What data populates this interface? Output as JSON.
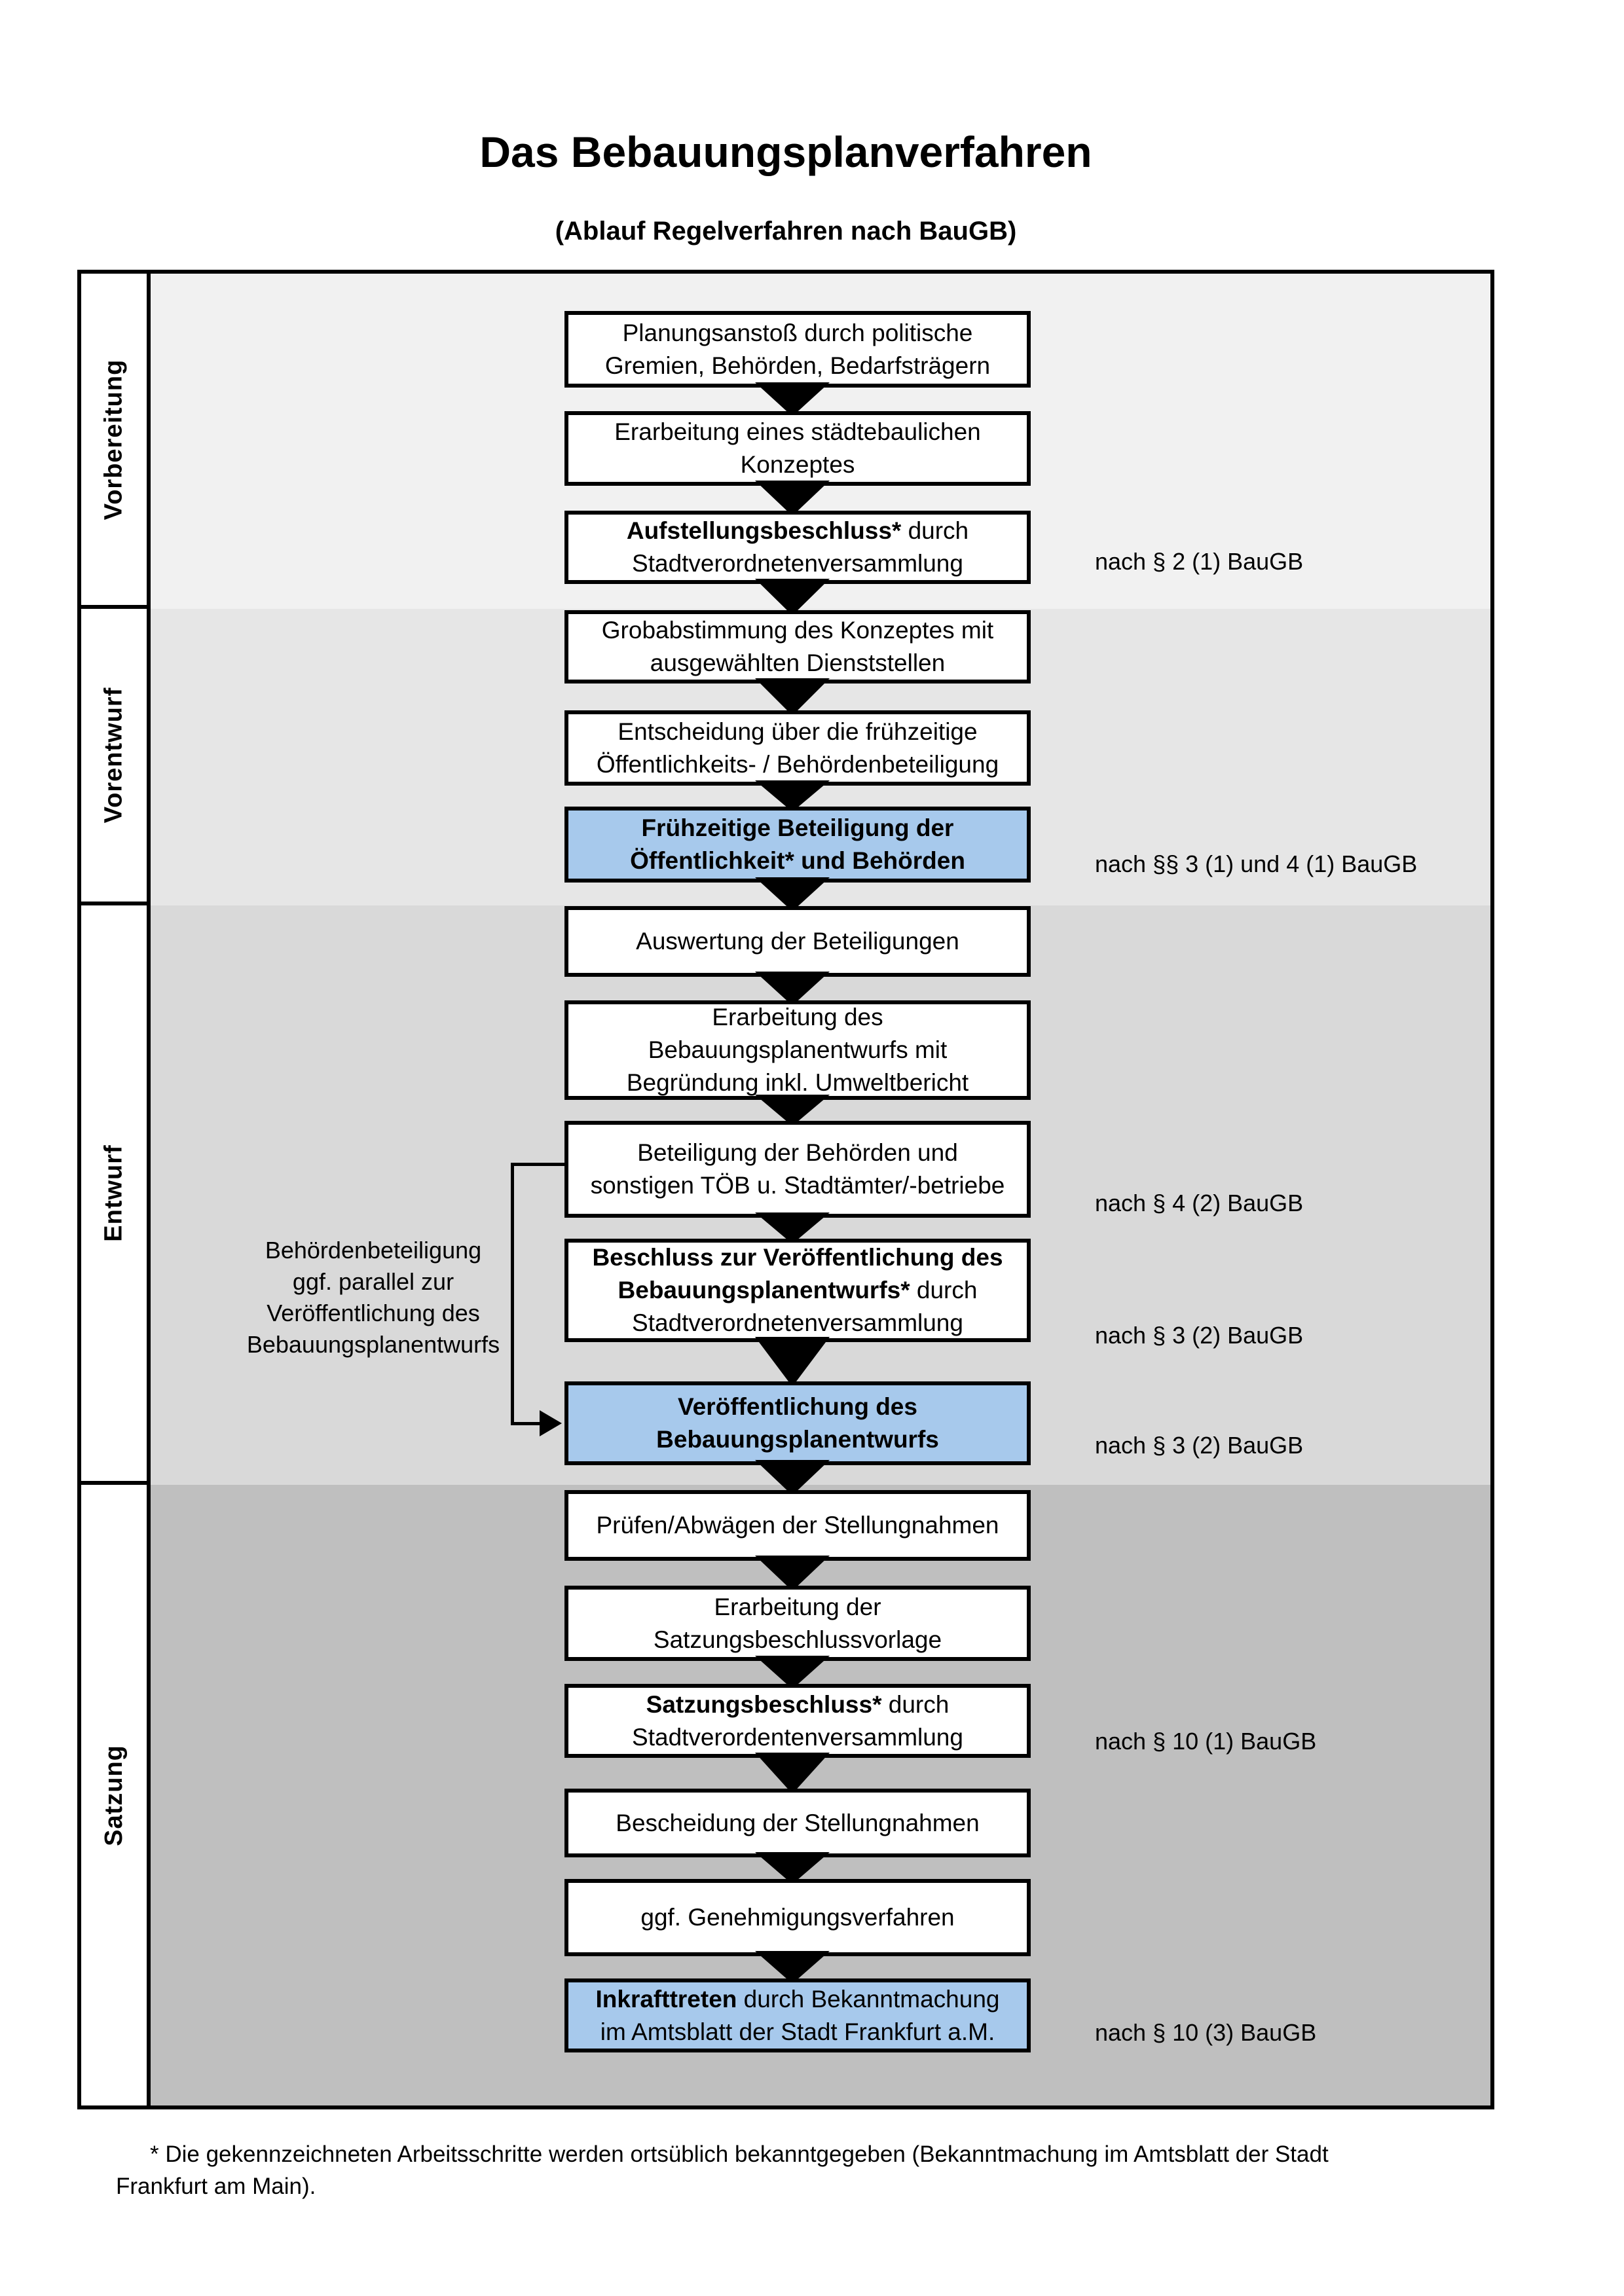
{
  "title": "Das Bebauungsplanverfahren",
  "subtitle": "(Ablauf Regelverfahren nach BauGB)",
  "colors": {
    "section1_bg": "#f1f1f1",
    "section2_bg": "#e6e6e6",
    "section3_bg": "#d9d9d9",
    "section4_bg": "#bfbfbf",
    "highlight_box_bg": "#a7c9ec",
    "box_border": "#000000"
  },
  "phases": {
    "p1": "Vorbereitung",
    "p2": "Vorentwurf",
    "p3": "Entwurf",
    "p4": "Satzung"
  },
  "boxes": {
    "b1": {
      "l1": "Planungsanstoß durch politische",
      "l2": "Gremien, Behörden, Bedarfsträgern"
    },
    "b2": {
      "l1": "Erarbeitung eines städtebaulichen",
      "l2": "Konzeptes"
    },
    "b3": {
      "l1_bold": "Aufstellungsbeschluss*",
      "l1_rest": " durch",
      "l2": "Stadtverordnetenversammlung"
    },
    "b4": {
      "l1": "Grobabstimmung des Konzeptes mit",
      "l2": "ausgewählten Dienststellen"
    },
    "b5": {
      "l1": "Entscheidung über die frühzeitige",
      "l2": "Öffentlichkeits- / Behördenbeteiligung"
    },
    "b6": {
      "l1": "Frühzeitige Beteiligung der",
      "l2": "Öffentlichkeit* und Behörden"
    },
    "b7": {
      "l1": "Auswertung der Beteiligungen"
    },
    "b8": {
      "l1": "Erarbeitung des",
      "l2": "Bebauungsplanentwurfs mit",
      "l3": "Begründung inkl. Umweltbericht"
    },
    "b9": {
      "l1": "Beteiligung der Behörden und",
      "l2": "sonstigen TÖB u. Stadtämter/-betriebe"
    },
    "b10": {
      "l1": "Beschluss zur Veröffentlichung des",
      "l2_bold": "Bebauungsplanentwurfs*",
      "l2_rest": " durch",
      "l3": "Stadtverordnetenversammlung"
    },
    "b11": {
      "l1": "Veröffentlichung des",
      "l2": "Bebauungsplanentwurfs"
    },
    "b12": {
      "l1": "Prüfen/Abwägen der Stellungnahmen"
    },
    "b13": {
      "l1": "Erarbeitung der",
      "l2": "Satzungsbeschlussvorlage"
    },
    "b14": {
      "l1_bold": "Satzungsbeschluss*",
      "l1_rest": " durch",
      "l2": "Stadtverordentenversammlung"
    },
    "b15": {
      "l1": "Bescheidung der Stellungnahmen"
    },
    "b16": {
      "l1": "ggf. Genehmigungsverfahren"
    },
    "b17": {
      "l1_bold": "Inkrafttreten",
      "l1_rest": " durch Bekanntmachung",
      "l2": "im Amtsblatt der Stadt Frankfurt a.M."
    }
  },
  "references": {
    "r1": "nach § 2 (1) BauGB",
    "r2": "nach §§ 3 (1) und 4 (1) BauGB",
    "r3": "nach § 4 (2) BauGB",
    "r4": "nach § 3 (2) BauGB",
    "r5": "nach § 3 (2) BauGB",
    "r6": "nach § 10 (1) BauGB",
    "r7": "nach § 10 (3) BauGB"
  },
  "annotation": {
    "l1": "Behördenbeteiligung",
    "l2": "ggf. parallel zur",
    "l3": "Veröffentlichung des",
    "l4": "Bebauungsplanentwurfs"
  },
  "footnote": {
    "marker": "*",
    "line1": " Die gekennzeichneten Arbeitsschritte werden ortsüblich bekanntgegeben (Bekanntmachung im Amtsblatt  der Stadt",
    "line2": "Frankfurt am Main)."
  }
}
